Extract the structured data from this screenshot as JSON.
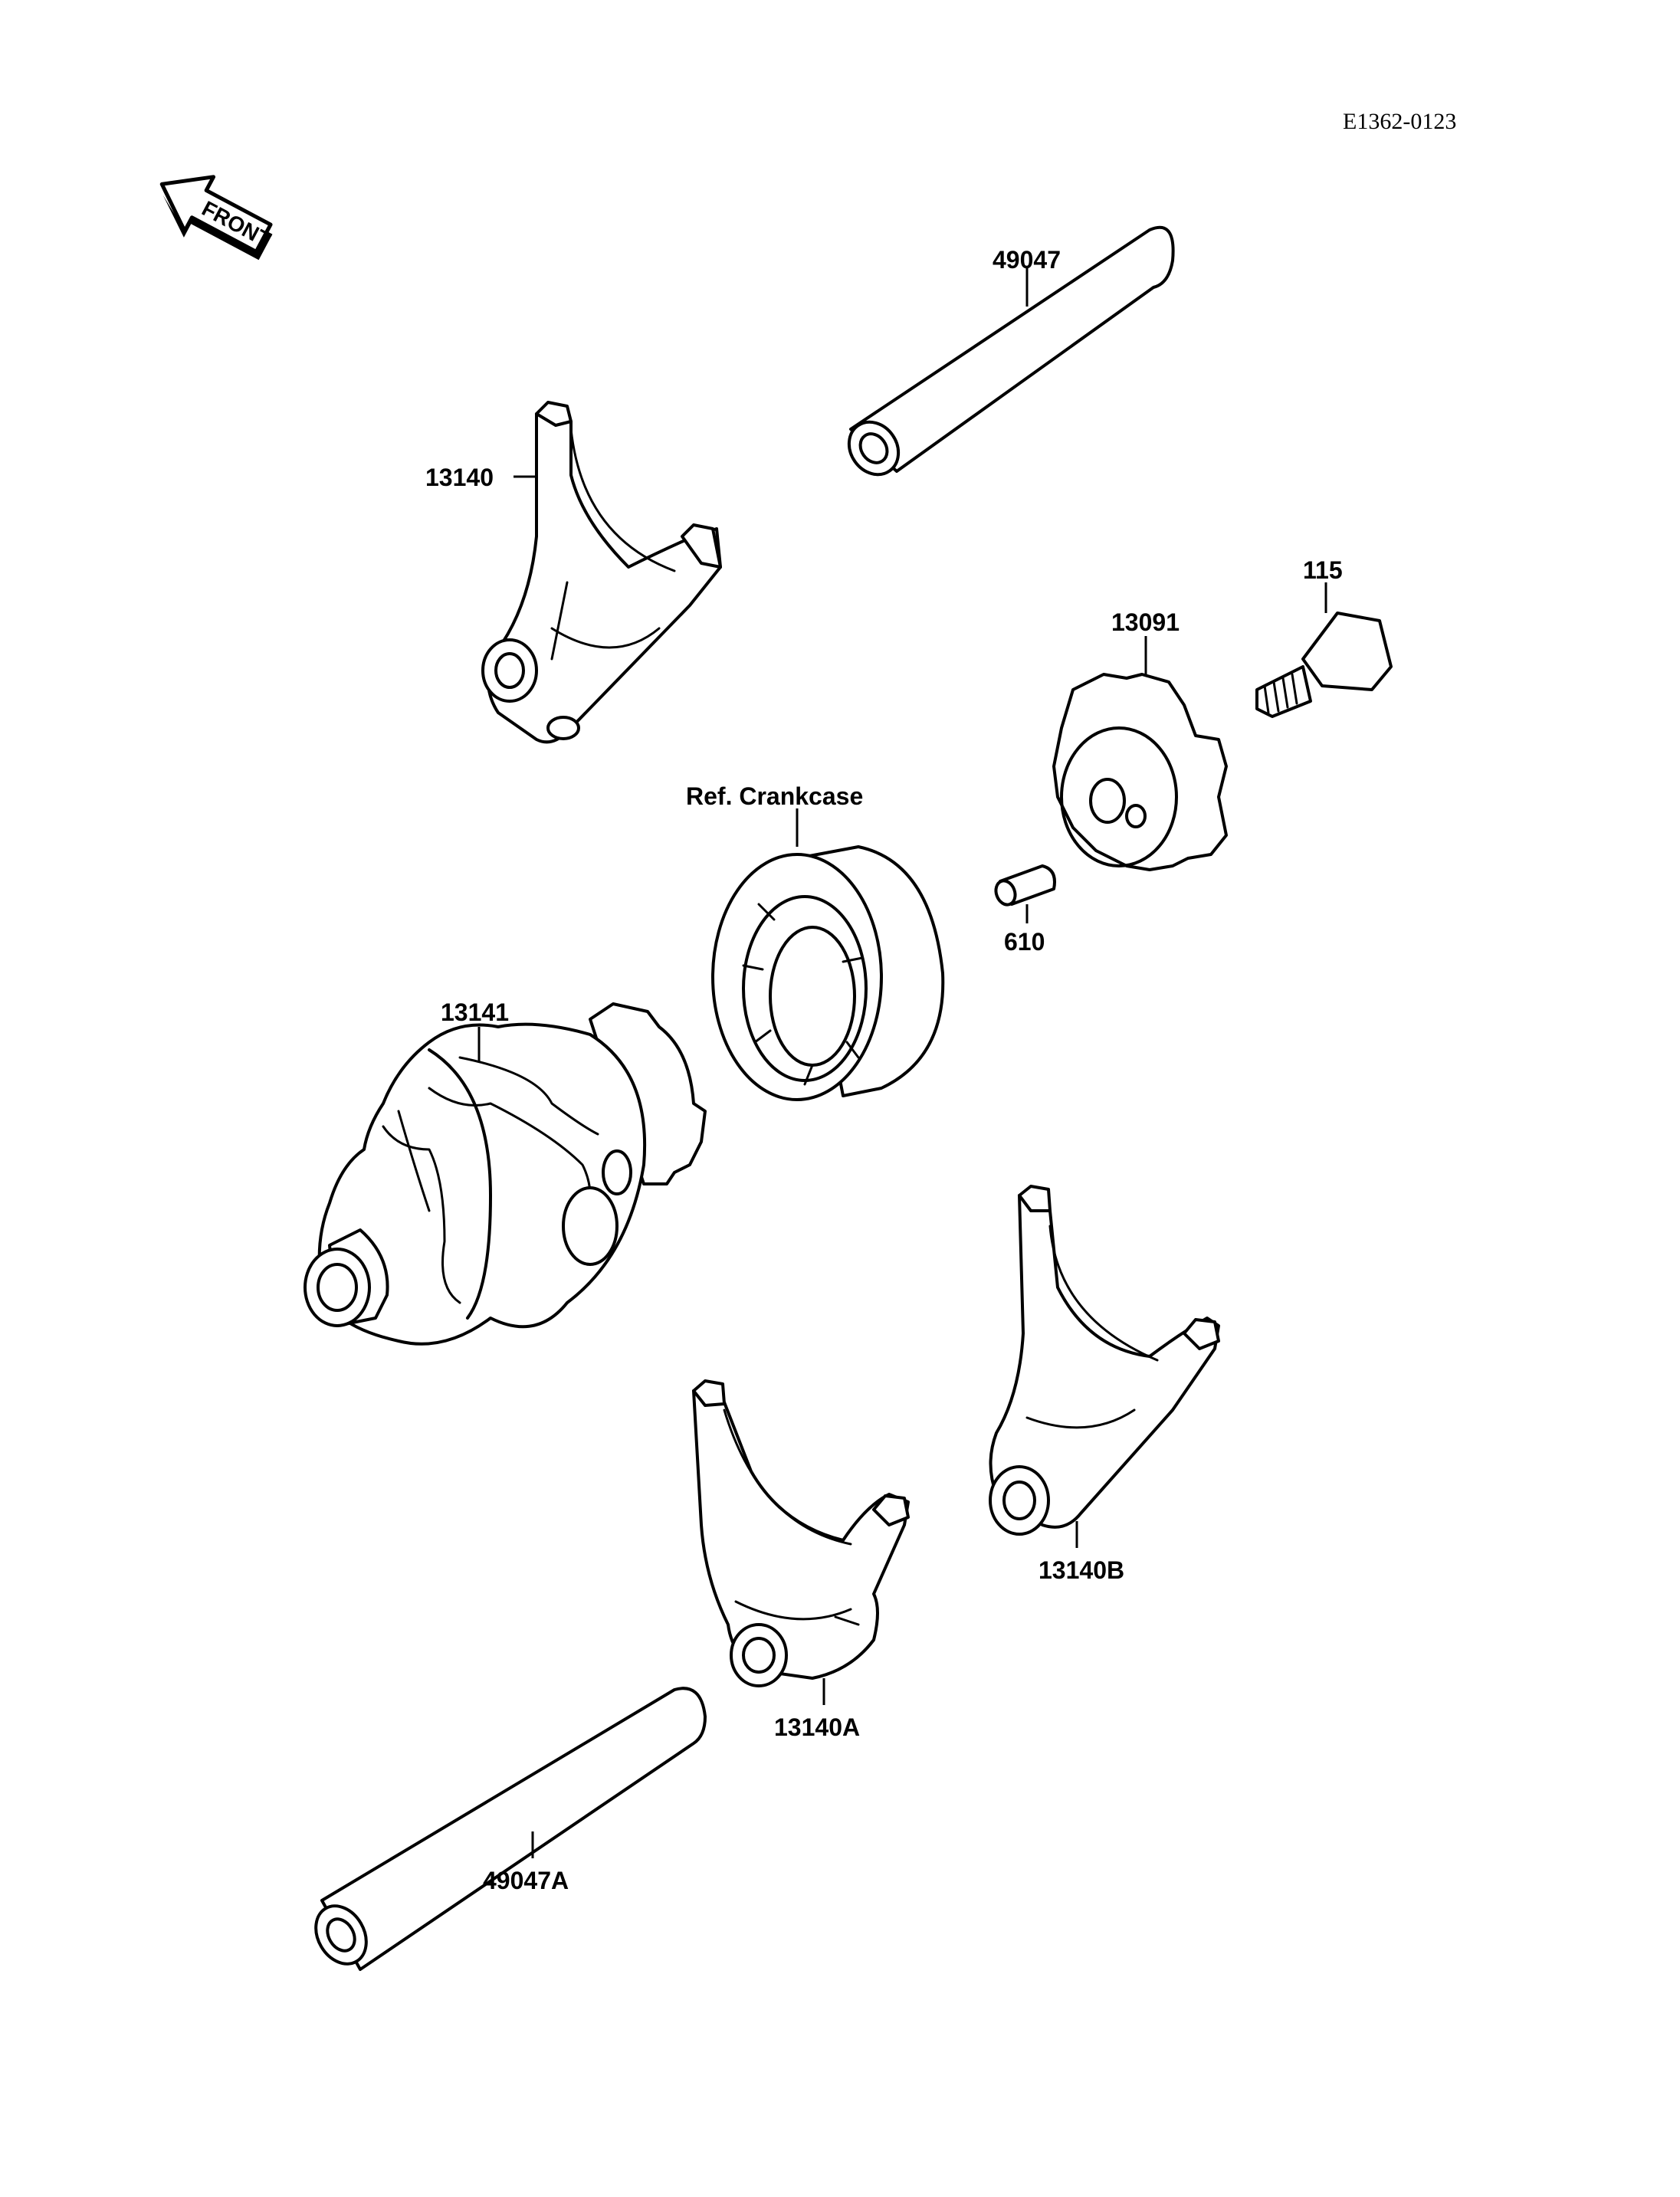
{
  "diagram_code": "E1362-0123",
  "front_badge": "FRONT",
  "parts": {
    "shaft_upper": "49047",
    "fork_upper": "13140",
    "bolt": "115",
    "cam": "13091",
    "crankcase_ref": "Ref. Crankcase",
    "pin": "610",
    "drum": "13141",
    "fork_right": "13140B",
    "fork_lower": "13140A",
    "shaft_lower": "49047A"
  }
}
